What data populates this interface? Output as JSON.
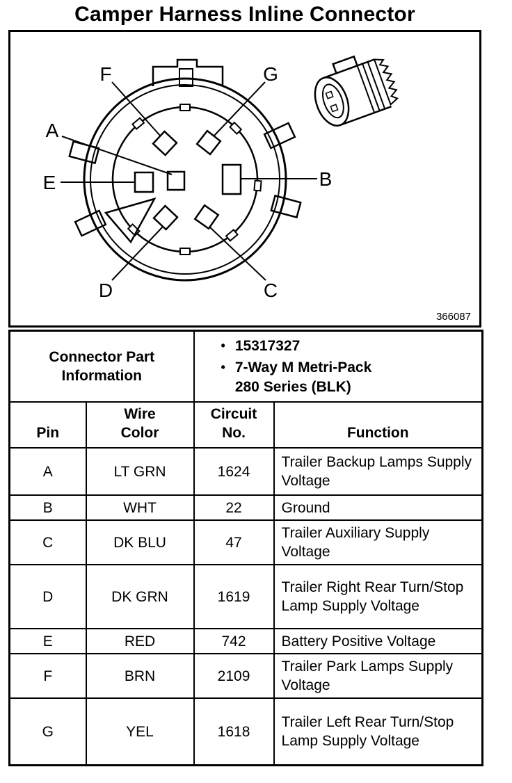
{
  "page": {
    "title": "Camper Harness Inline Connector",
    "figure_number": "366087"
  },
  "diagram": {
    "labels": {
      "a": "A",
      "b": "B",
      "c": "C",
      "d": "D",
      "e": "E",
      "f": "F",
      "g": "G"
    }
  },
  "part_info": {
    "label": "Connector Part Information",
    "bullet": "•",
    "items": [
      "15317327",
      "7-Way M Metri-Pack\n280 Series (BLK)"
    ]
  },
  "table": {
    "headers": {
      "pin": "Pin",
      "wire_color": "Wire\nColor",
      "circuit_no": "Circuit\nNo.",
      "function": "Function"
    },
    "rows": [
      {
        "pin": "A",
        "wire_color": "LT GRN",
        "circuit_no": "1624",
        "function": "Trailer Backup Lamps Supply Voltage"
      },
      {
        "pin": "B",
        "wire_color": "WHT",
        "circuit_no": "22",
        "function": "Ground"
      },
      {
        "pin": "C",
        "wire_color": "DK BLU",
        "circuit_no": "47",
        "function": "Trailer Auxiliary Supply Voltage"
      },
      {
        "pin": "D",
        "wire_color": "DK GRN",
        "circuit_no": "1619",
        "function": "Trailer Right Rear Turn/Stop Lamp Supply Voltage"
      },
      {
        "pin": "E",
        "wire_color": "RED",
        "circuit_no": "742",
        "function": "Battery Positive Voltage"
      },
      {
        "pin": "F",
        "wire_color": "BRN",
        "circuit_no": "2109",
        "function": "Trailer Park Lamps Supply Voltage"
      },
      {
        "pin": "G",
        "wire_color": "YEL",
        "circuit_no": "1618",
        "function": "Trailer Left Rear Turn/Stop Lamp Supply Voltage"
      }
    ]
  }
}
